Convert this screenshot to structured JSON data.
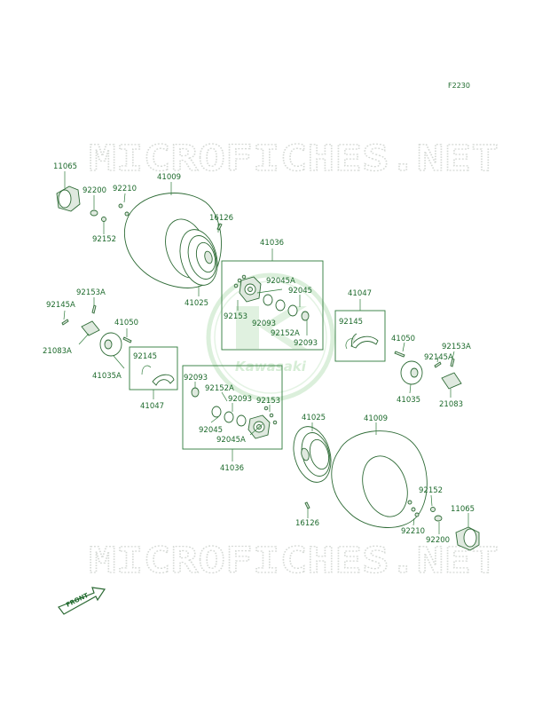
{
  "figure_code": "F2230",
  "watermark": {
    "top": "MICROFICHES.NET",
    "bottom": "MICROFICHES.NET",
    "logo_text": "Kawasaki"
  },
  "front_label": "FRONT",
  "labels": {
    "l11065a": "11065",
    "l92200a": "92200",
    "l92210a": "92210",
    "l41009a": "41009",
    "l92152a": "92152",
    "l16126a": "16126",
    "l41025a": "41025",
    "l41036a": "41036",
    "l92045Aa": "92045A",
    "l92045a": "92045",
    "l92153a": "92153",
    "l92093a": "92093",
    "l92152Aa": "92152A",
    "l92093b": "92093",
    "l41047a": "41047",
    "l92145a": "92145",
    "l92153Ab": "92153A",
    "l92145Ab": "92145A",
    "l41050b": "41050",
    "l21083Ab": "21083A",
    "l41035Ab": "41035A",
    "l92145b": "92145",
    "l41047b": "41047",
    "l92093c": "92093",
    "l92152Ac": "92152A",
    "l92093d": "92093",
    "l92153c": "92153",
    "l92045c": "92045",
    "l92045Ac": "92045A",
    "l41036c": "41036",
    "l41050d": "41050",
    "l92153Ad": "92153A",
    "l92145Ad": "92145A",
    "l41035d": "41035",
    "l21083d": "21083",
    "l41025e": "41025",
    "l41009e": "41009",
    "l16126e": "16126",
    "l92152e": "92152",
    "l11065e": "11065",
    "l92210e": "92210",
    "l92200e": "92200"
  }
}
